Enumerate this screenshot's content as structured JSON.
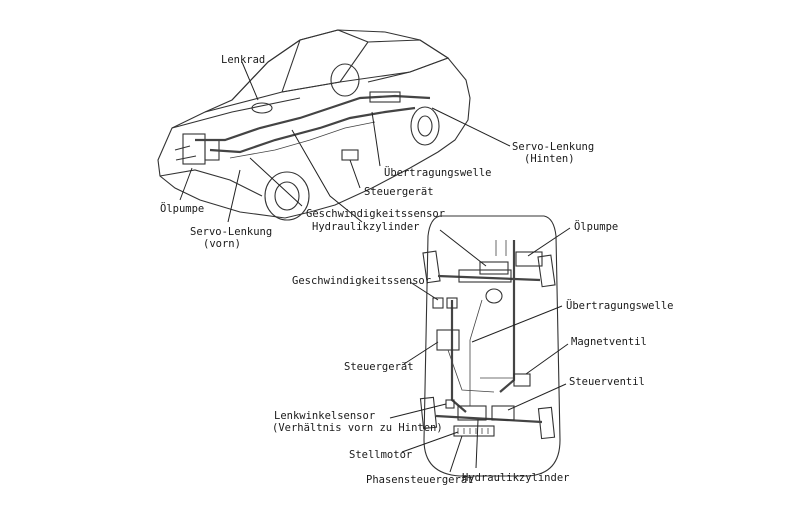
{
  "figure1": {
    "labels": {
      "lenkrad": "Lenkrad",
      "oelpumpe": "Ölpumpe",
      "servo_vorn_1": "Servo-Lenkung",
      "servo_vorn_2": "(vorn)",
      "servo_hinten_1": "Servo-Lenkung",
      "servo_hinten_2": "(Hinten)",
      "uebertragungswelle": "Übertragungswelle",
      "steuergeraet": "Steuergerät",
      "geschwindigkeitssensor": "Geschwindigkeitssensor",
      "hydraulikzylinder": "Hydraulikzylinder"
    }
  },
  "figure2": {
    "labels": {
      "oelpumpe": "Ölpumpe",
      "geschwindigkeitssensor": "Geschwindigkeitssensor",
      "uebertragungswelle": "Übertragungswelle",
      "magnetventil": "Magnetventil",
      "steuergeraet": "Steuergerät",
      "steuerventil": "Steuerventil",
      "lenkwinkelsensor_1": "Lenkwinkelsensor",
      "lenkwinkelsensor_2": "(Verhältnis vorn zu Hinten)",
      "stellmotor": "Stellmotor",
      "phasensteuergeraet": "Phasensteuergerät",
      "hydraulikzylinder": "Hydraulikzylinder"
    }
  }
}
